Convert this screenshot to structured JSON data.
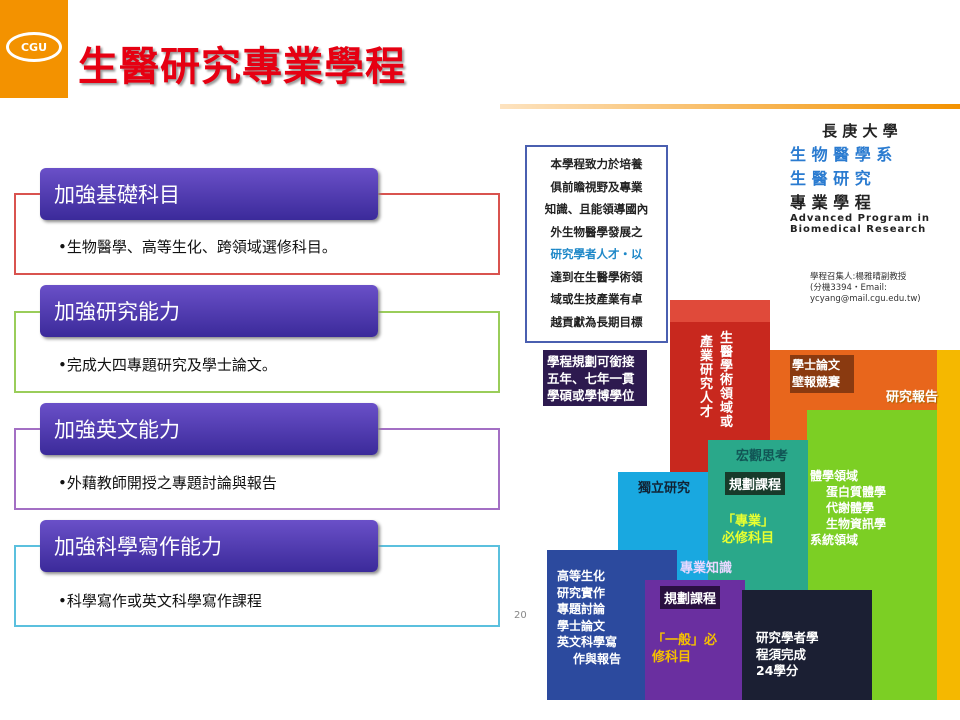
{
  "header": {
    "logo_text": "CGU",
    "title": "生醫研究專業學程"
  },
  "sections": [
    {
      "heading": "加強基礎科目",
      "bullet": "•生物醫學、高等生化、跨領域選修科目。",
      "color": "#d9534f"
    },
    {
      "heading": "加強研究能力",
      "bullet": "•完成大四專題研究及學士論文。",
      "color": "#9acd5a"
    },
    {
      "heading": "加強英文能力",
      "bullet": "•外藉教師開授之專題討論與報告",
      "color": "#a36fc4"
    },
    {
      "heading": "加強科學寫作能力",
      "bullet": "•科學寫作或英文科學寫作課程",
      "color": "#5bc0de"
    }
  ],
  "poster": {
    "intro_lines": [
      "本學程致力於培養",
      "俱前瞻視野及專業",
      "知識、且能領導國內",
      "外生物醫學發展之",
      "研究學者人才・以",
      "達到在生醫學術領",
      "域或生技產業有卓",
      "越貢獻為長期目標"
    ],
    "bridge": [
      "學程規劃可銜接",
      "五年、七年一貫",
      "學碩或學博學位"
    ],
    "univ": "長 庚 大 學",
    "dept": "生 物 醫 學 系",
    "prog1": "生 醫 研 究",
    "prog2": "專 業 學 程",
    "eng1": "Advanced Program in",
    "eng2": "Biomedical Research",
    "contact": [
      "學程召集人:楊雅晴副教授",
      "(分機3394・Email:",
      "ycyang@mail.cgu.edu.tw)"
    ],
    "red_col1": "生醫學術領域或",
    "red_col2": "產業研究人才",
    "orange_tag": [
      "學士論文",
      "壁報競賽"
    ],
    "yellow_tag": "研究報告",
    "cyan_tag": "獨立研究",
    "teal_tag": "宏觀思考",
    "plan1": "規劃課程",
    "prof_req": [
      "「專業」",
      "必修科目"
    ],
    "green_text": [
      "體學領域",
      "蛋白質體學",
      "代謝體學",
      "生物資訊學",
      "系統領域"
    ],
    "blue_text": [
      "高等生化",
      "研究實作",
      "專題討論",
      "學士論文",
      "英文科學寫",
      "作與報告"
    ],
    "purple_tag": "專業知識",
    "plan2": "規劃課程",
    "gen_req": [
      "「一般」必",
      "修科目"
    ],
    "dark_text": [
      "研究學者學",
      "程須完成",
      "24學分"
    ],
    "page_num": "20"
  }
}
